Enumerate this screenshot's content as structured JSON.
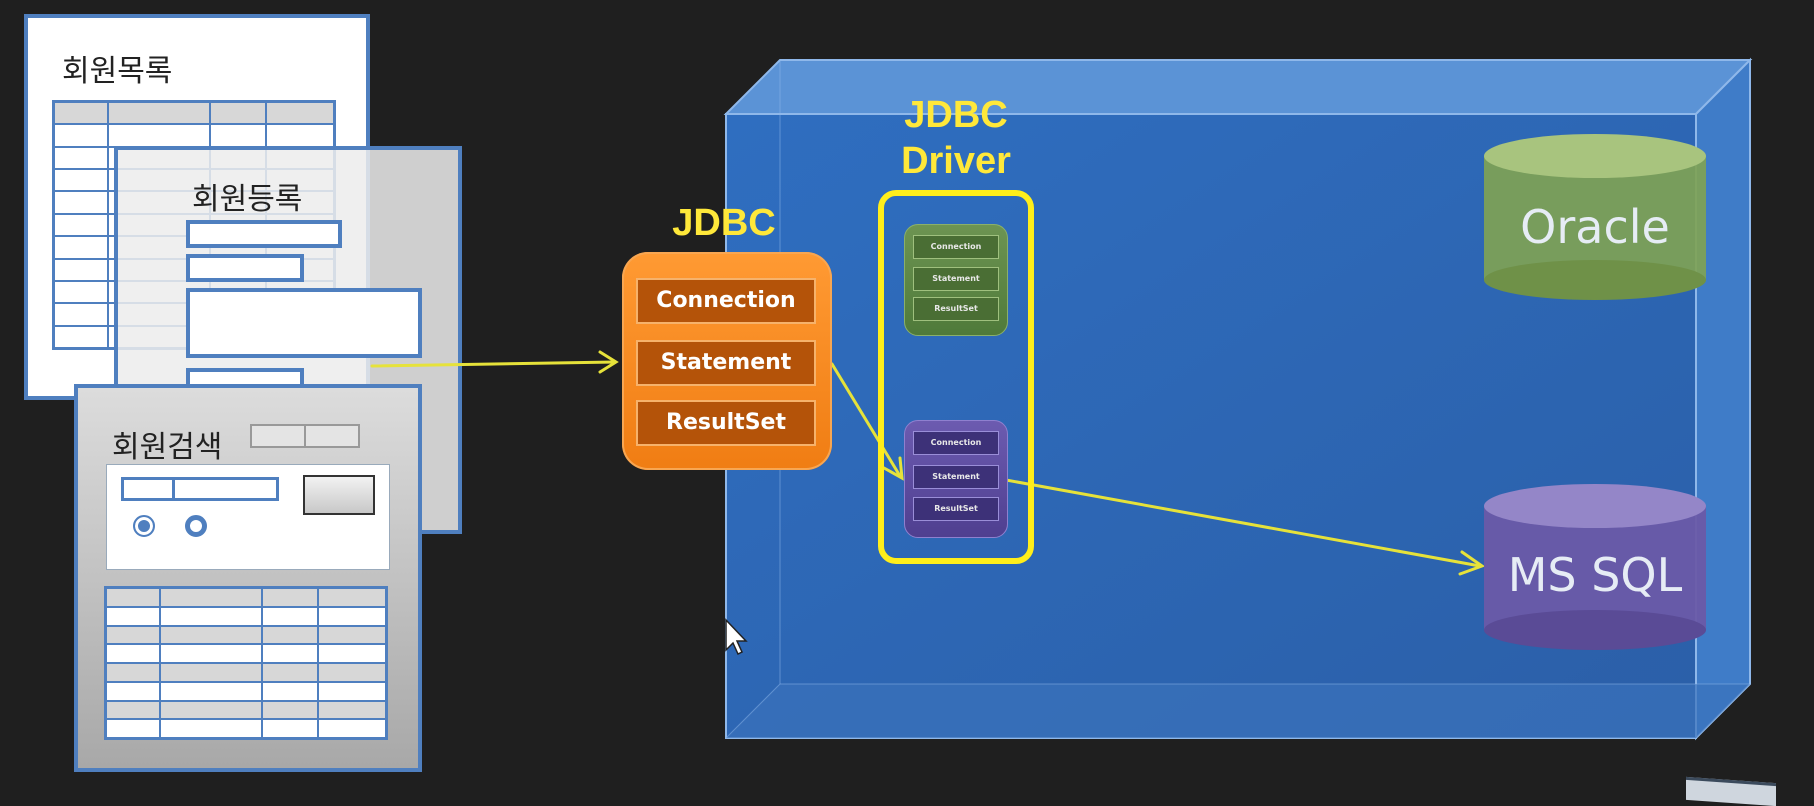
{
  "screens": {
    "list_title": "회원목록",
    "register_title": "회원등록",
    "search_title": "회원검색"
  },
  "jdbc": {
    "label": "JDBC",
    "items": [
      "Connection",
      "Statement",
      "ResultSet"
    ]
  },
  "driver": {
    "label_line1": "JDBC",
    "label_line2": "Driver",
    "oracle_items": [
      "Connection",
      "Statement",
      "ResultSet"
    ],
    "mssql_items": [
      "Connection",
      "Statement",
      "ResultSet"
    ]
  },
  "databases": {
    "oracle": "Oracle",
    "mssql": "MS SQL"
  },
  "colors": {
    "background": "#1f1f1f",
    "panel_border": "#4f7fbf",
    "highlight_yellow": "#ffe83a",
    "jdbc_orange": "#f08a1f",
    "oracle_green": "#7fa255",
    "mssql_purple": "#6a5aa8",
    "container_blue": "#2f6fc0"
  }
}
